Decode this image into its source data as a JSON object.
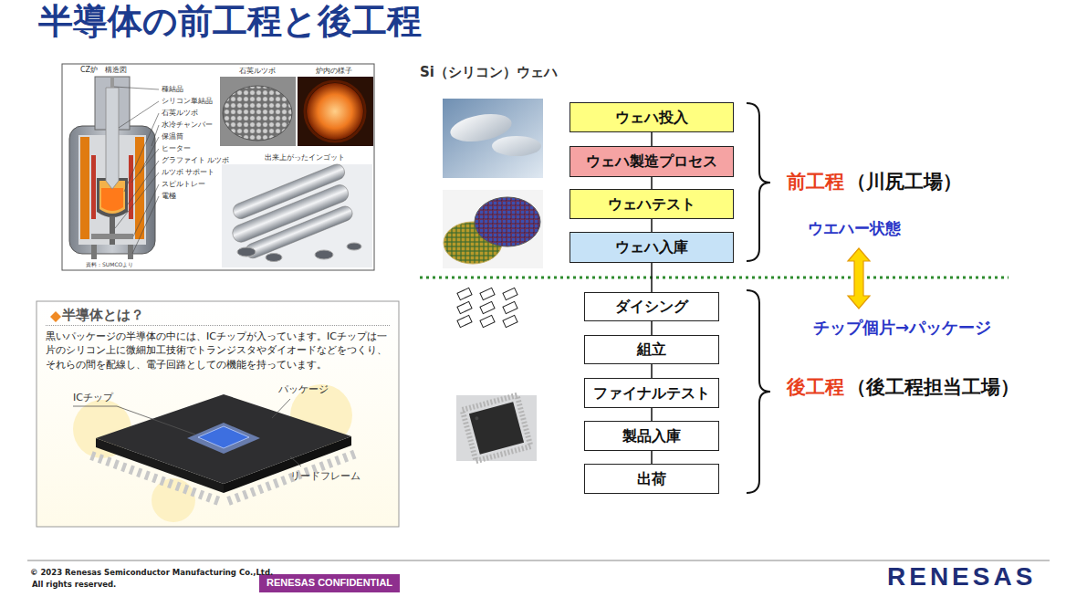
{
  "diagram": {
    "title": "半導体の前工程と後工程",
    "nodes": [
      {
        "text": [
          "ウェハ投入"
        ]
      },
      {
        "text": [
          "ウェハ製造プロセス"
        ]
      },
      {
        "text": [
          "ウェハテスト"
        ]
      },
      {
        "text": [
          "ウェハ入庫"
        ]
      },
      {
        "text": [
          "ダイシング"
        ]
      },
      {
        "text": [
          "組立"
        ]
      },
      {
        "text": [
          "ファイナルテスト"
        ]
      },
      {
        "text": [
          "製品入庫"
        ]
      },
      {
        "text": [
          "出荷"
        ]
      },
      {
        "text": [
          "半導体とは？",
          "黒いパッケージの半導体の中には、ICチップが入っています。ICチップは一片のシリコン上に微細加工技術でトランジスタやダイオードなどをつくり、それらの間を配線し、電子回路としての機能を持っています。"
        ]
      },
      {
        "text": [
          "RENESAS CONFIDENTIAL"
        ]
      }
    ],
    "edges": [
      {
        "from": 0,
        "to": 1,
        "arrow": "none"
      },
      {
        "from": 1,
        "to": 2,
        "arrow": "none"
      },
      {
        "from": 2,
        "to": 3,
        "arrow": "none"
      },
      {
        "from": 3,
        "to": 4,
        "arrow": "none"
      },
      {
        "from": 4,
        "to": 5,
        "arrow": "none"
      },
      {
        "from": 5,
        "to": 6,
        "arrow": "none"
      },
      {
        "from": 6,
        "to": 7,
        "arrow": "none"
      },
      {
        "from": 7,
        "to": 8,
        "arrow": "none"
      }
    ],
    "labels": [
      "CZ炉　構造図",
      "種結晶",
      "シリコン単結晶",
      "石英ルツボ",
      "水冷チャンバー",
      "保温筒",
      "ヒーター",
      "グラファイト ルツボ",
      "ルツボ サポート",
      "スピルトレー",
      "電極",
      "資料：SUMCOより",
      "石英ルツボ",
      "炉内の様子",
      "出来上がったインゴット",
      "Si（シリコン）ウェハ",
      "前工程",
      "（川尻工場）",
      "ウエハー状態",
      "チップ個片→パッケージ",
      "後工程",
      "（後工程担当工場）",
      "ICチップ",
      "パッケージ",
      "リードフレーム",
      "© 2023 Renesas Semiconductor Manufacturing Co.,Ltd.",
      "All rights reserved.",
      "RENESAS"
    ]
  }
}
